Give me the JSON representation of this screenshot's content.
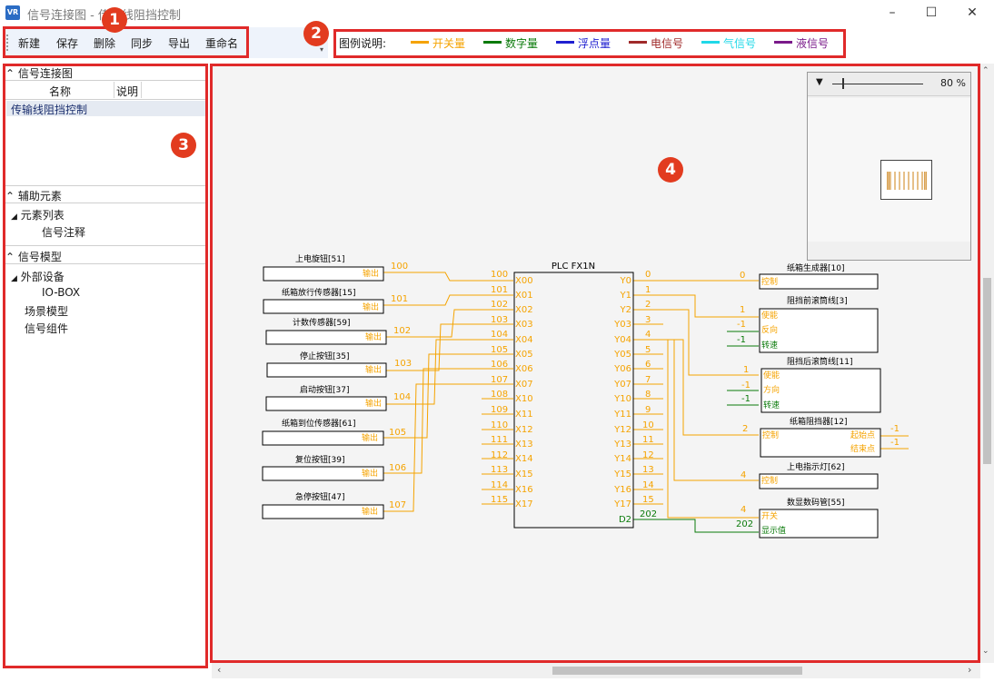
{
  "window": {
    "title": "信号连接图 - 传输线阻挡控制"
  },
  "toolbar": {
    "buttons": [
      "新建",
      "保存",
      "删除",
      "同步",
      "导出",
      "重命名"
    ]
  },
  "legend": {
    "label": "图例说明:",
    "items": [
      {
        "name": "开关量",
        "color": "#f5a300"
      },
      {
        "name": "数字量",
        "color": "#0a7a0a"
      },
      {
        "name": "浮点量",
        "color": "#1f1fd0"
      },
      {
        "name": "电信号",
        "color": "#a02a2a"
      },
      {
        "name": "气信号",
        "color": "#20d8e8"
      },
      {
        "name": "液信号",
        "color": "#7a1a8a"
      }
    ]
  },
  "markers": [
    "1",
    "2",
    "3",
    "4"
  ],
  "left_panel": {
    "section1": {
      "title": "信号连接图",
      "col_name": "名称",
      "col_desc": "说明",
      "rows": [
        "传输线阻挡控制"
      ]
    },
    "section2": {
      "title": "辅助元素",
      "items": [
        "元素列表",
        "信号注释"
      ]
    },
    "section3": {
      "title": "信号模型",
      "items": [
        "外部设备",
        "IO-BOX",
        "场景模型",
        "信号组件"
      ]
    }
  },
  "minimap": {
    "zoom": "80 %"
  },
  "diagram": {
    "plc": {
      "title": "PLC FX1N",
      "inputs": [
        "X00",
        "X01",
        "X02",
        "X03",
        "X04",
        "X05",
        "X06",
        "X07",
        "X10",
        "X11",
        "X12",
        "X13",
        "X14",
        "X15",
        "X16",
        "X17"
      ],
      "outputs": [
        "Y0",
        "Y1",
        "Y2",
        "Y03",
        "Y04",
        "Y05",
        "Y06",
        "Y07",
        "Y10",
        "Y11",
        "Y12",
        "Y13",
        "Y14",
        "Y15",
        "Y16",
        "Y17",
        "D2"
      ]
    },
    "input_wire_labels": [
      "100",
      "101",
      "102",
      "103",
      "104",
      "105",
      "106",
      "107",
      "108",
      "109",
      "110",
      "111",
      "112",
      "113",
      "114",
      "115"
    ],
    "output_wire_labels": [
      "0",
      "1",
      "2",
      "3",
      "4",
      "5",
      "6",
      "7",
      "8",
      "9",
      "10",
      "11",
      "12",
      "13",
      "14",
      "15",
      "202"
    ],
    "input_devices": [
      {
        "name": "上电旋钮[51]",
        "port": "输出",
        "signal": "100"
      },
      {
        "name": "纸箱放行传感器[15]",
        "port": "输出",
        "signal": "101"
      },
      {
        "name": "计数传感器[59]",
        "port": "输出",
        "signal": "102"
      },
      {
        "name": "停止按钮[35]",
        "port": "输出",
        "signal": "103"
      },
      {
        "name": "启动按钮[37]",
        "port": "输出",
        "signal": "104"
      },
      {
        "name": "纸箱到位传感器[61]",
        "port": "输出",
        "signal": "105"
      },
      {
        "name": "复位按钮[39]",
        "port": "输出",
        "signal": "106"
      },
      {
        "name": "急停按钮[47]",
        "port": "输出",
        "signal": "107"
      }
    ],
    "output_devices": [
      {
        "name": "纸箱生成器[10]",
        "ports": [
          {
            "label": "控制",
            "value": "0"
          }
        ]
      },
      {
        "name": "阻挡前滚筒线[3]",
        "ports": [
          {
            "label": "使能",
            "value": "1"
          },
          {
            "label": "反向",
            "value": "-1"
          },
          {
            "label": "转速",
            "value": "-1"
          }
        ]
      },
      {
        "name": "阻挡后滚筒线[11]",
        "ports": [
          {
            "label": "使能",
            "value": "1"
          },
          {
            "label": "方向",
            "value": "-1"
          },
          {
            "label": "转速",
            "value": "-1"
          }
        ]
      },
      {
        "name": "纸箱阻挡器[12]",
        "ports": [
          {
            "label": "控制",
            "value": "2"
          }
        ],
        "outputs": [
          {
            "label": "起始点",
            "value": "-1"
          },
          {
            "label": "结束点",
            "value": "-1"
          }
        ]
      },
      {
        "name": "上电指示灯[62]",
        "ports": [
          {
            "label": "控制",
            "value": "4"
          }
        ]
      },
      {
        "name": "数显数码管[55]",
        "ports": [
          {
            "label": "开关",
            "value": "4"
          },
          {
            "label": "显示值",
            "value": "202"
          }
        ]
      }
    ]
  }
}
